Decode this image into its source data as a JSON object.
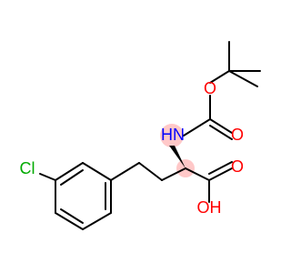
{
  "atoms": {
    "cl": "Cl",
    "nh": "HN",
    "o_ester": "O",
    "o_carbonyl": "O",
    "o_acid": "O",
    "oh": "OH"
  },
  "colors": {
    "carbon_bond": "#000000",
    "oxygen": "#ff0000",
    "nitrogen": "#0000ff",
    "chlorine": "#00aa00",
    "stereo_highlight": "#ffaaaa"
  }
}
